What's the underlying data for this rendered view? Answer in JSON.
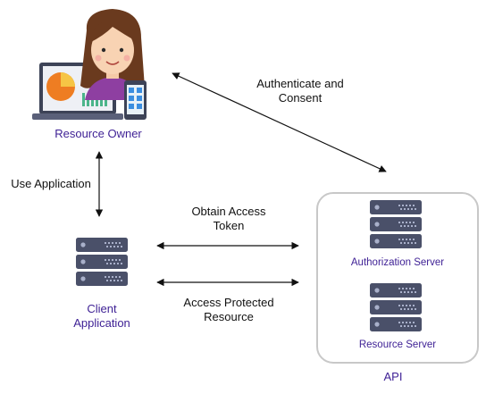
{
  "actors": {
    "resource_owner": "Resource Owner",
    "client_line1": "Client",
    "client_line2": "Application",
    "authorization_server": "Authorization Server",
    "resource_server": "Resource Server",
    "api": "API"
  },
  "flows": {
    "authenticate_line1": "Authenticate and",
    "authenticate_line2": "Consent",
    "use_application": "Use Application",
    "obtain_line1": "Obtain Access",
    "obtain_line2": "Token",
    "access_line1": "Access Protected",
    "access_line2": "Resource"
  },
  "colors": {
    "label_text": "#3d1f94",
    "server_body": "#4a5069",
    "server_light": "#a9b0ca",
    "api_box_border": "#c8c8c8",
    "arrow": "#111111"
  },
  "icons": {
    "resource_owner": "person-with-laptop-and-phone-icon",
    "client": "server-stack-icon",
    "authorization_server": "server-stack-icon",
    "resource_server": "server-stack-icon"
  }
}
